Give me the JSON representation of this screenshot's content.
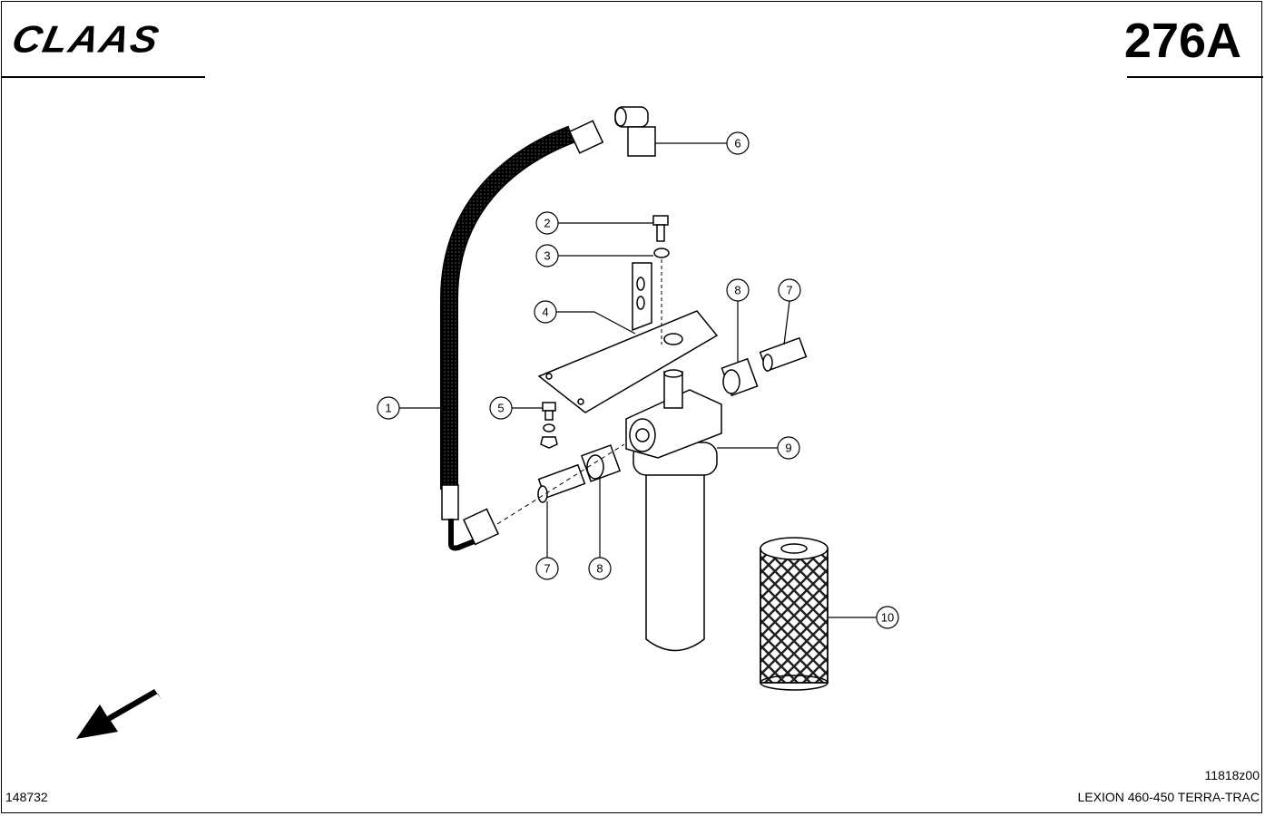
{
  "header": {
    "brand": "CLAAS",
    "page_number": "276A"
  },
  "footer": {
    "drawing_number": "148732",
    "reference": "11818z00",
    "model": "LEXION 460-450 TERRA-TRAC"
  },
  "callouts": [
    "1",
    "2",
    "3",
    "4",
    "5",
    "6",
    "7",
    "8",
    "9",
    "10",
    "7",
    "8"
  ]
}
